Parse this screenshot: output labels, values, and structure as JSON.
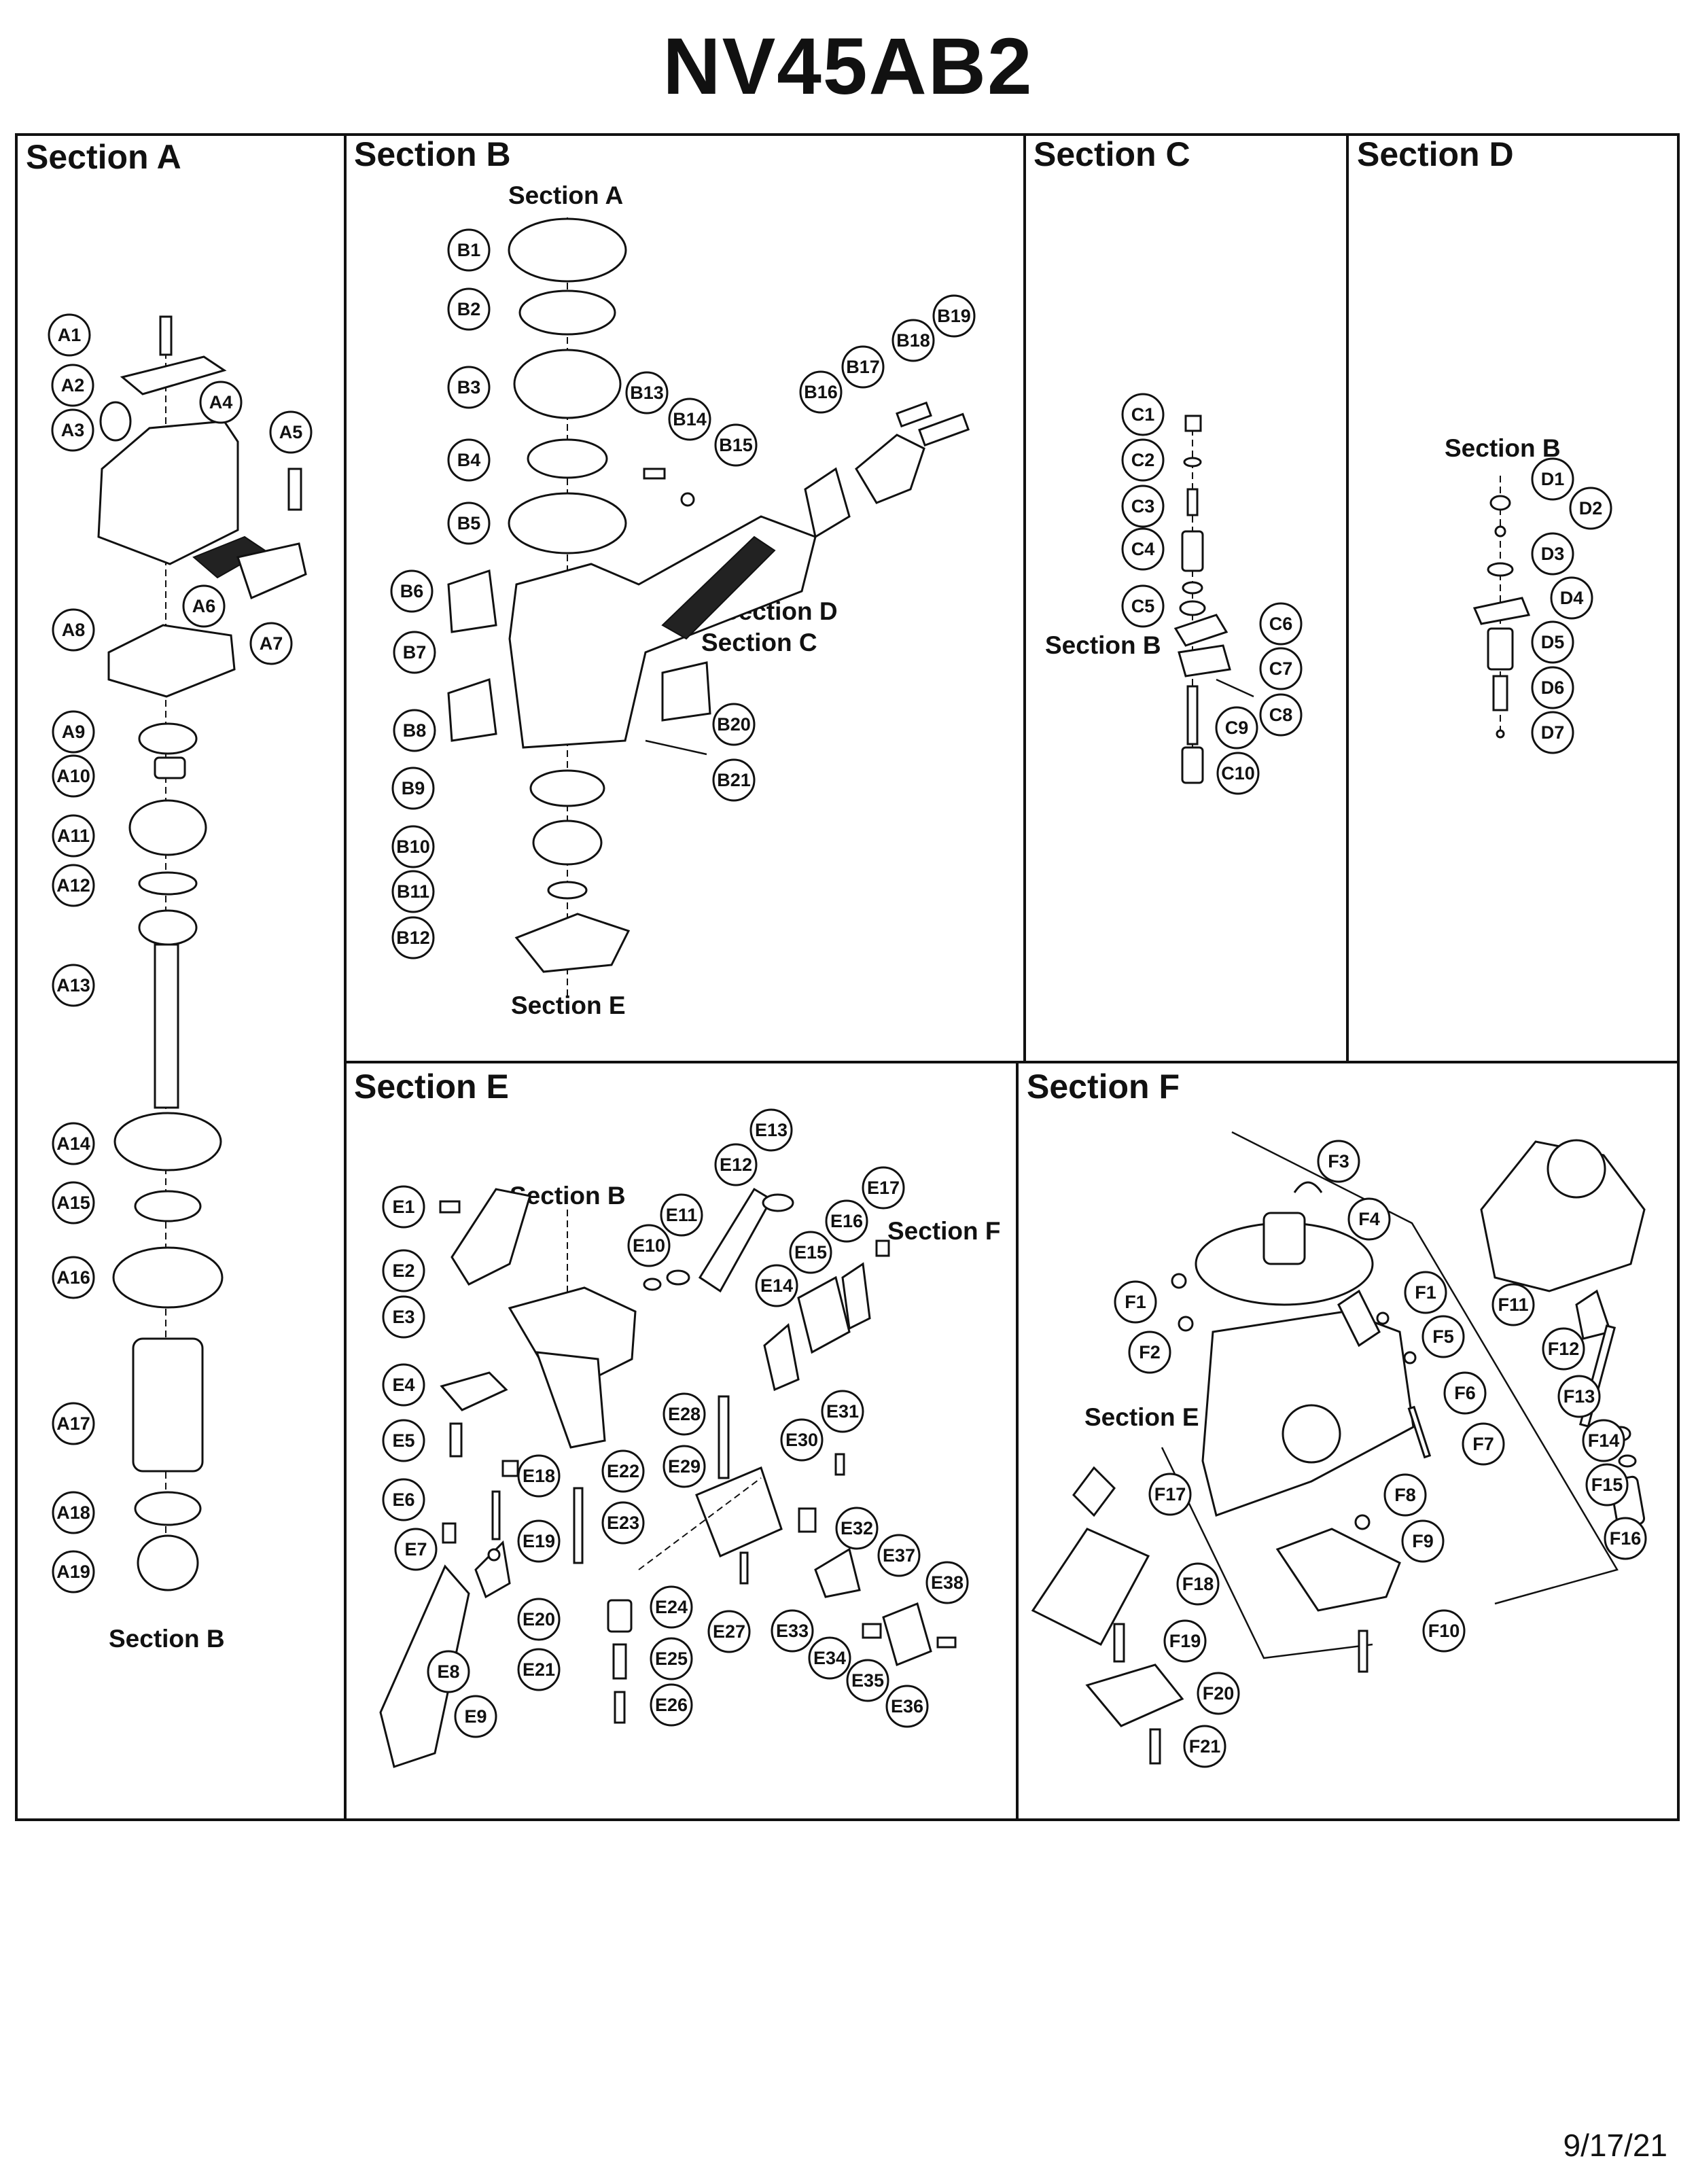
{
  "title": "NV45AB2",
  "date": "9/17/21",
  "sections": {
    "A": {
      "title": "Section A",
      "refs": {
        "bottom": "Section B"
      },
      "callouts": [
        "A1",
        "A2",
        "A3",
        "A4",
        "A5",
        "A6",
        "A7",
        "A8",
        "A9",
        "A10",
        "A11",
        "A12",
        "A13",
        "A14",
        "A15",
        "A16",
        "A17",
        "A18",
        "A19"
      ]
    },
    "B": {
      "title": "Section B",
      "refs": {
        "top": "Section A",
        "d": "Section D",
        "c": "Section C",
        "bottom": "Section E"
      },
      "callouts": [
        "B1",
        "B2",
        "B3",
        "B4",
        "B5",
        "B6",
        "B7",
        "B8",
        "B9",
        "B10",
        "B11",
        "B12",
        "B13",
        "B14",
        "B15",
        "B16",
        "B17",
        "B18",
        "B19",
        "B20",
        "B21"
      ]
    },
    "C": {
      "title": "Section C",
      "refs": {
        "b": "Section B"
      },
      "callouts": [
        "C1",
        "C2",
        "C3",
        "C4",
        "C5",
        "C6",
        "C7",
        "C8",
        "C9",
        "C10"
      ]
    },
    "D": {
      "title": "Section D",
      "refs": {
        "b": "Section B"
      },
      "callouts": [
        "D1",
        "D2",
        "D3",
        "D4",
        "D5",
        "D6",
        "D7"
      ]
    },
    "E": {
      "title": "Section E",
      "refs": {
        "b": "Section B",
        "f": "Section F"
      },
      "callouts": [
        "E1",
        "E2",
        "E3",
        "E4",
        "E5",
        "E6",
        "E7",
        "E8",
        "E9",
        "E10",
        "E11",
        "E12",
        "E13",
        "E14",
        "E15",
        "E16",
        "E17",
        "E18",
        "E19",
        "E20",
        "E21",
        "E22",
        "E23",
        "E24",
        "E25",
        "E26",
        "E27",
        "E28",
        "E29",
        "E30",
        "E31",
        "E32",
        "E33",
        "E34",
        "E35",
        "E36",
        "E37",
        "E38"
      ]
    },
    "F": {
      "title": "Section F",
      "refs": {
        "e": "Section E"
      },
      "callouts": [
        "F1",
        "F1",
        "F2",
        "F3",
        "F4",
        "F5",
        "F6",
        "F7",
        "F8",
        "F9",
        "F10",
        "F11",
        "F12",
        "F13",
        "F14",
        "F15",
        "F16",
        "F17",
        "F18",
        "F19",
        "F20",
        "F21"
      ]
    }
  }
}
